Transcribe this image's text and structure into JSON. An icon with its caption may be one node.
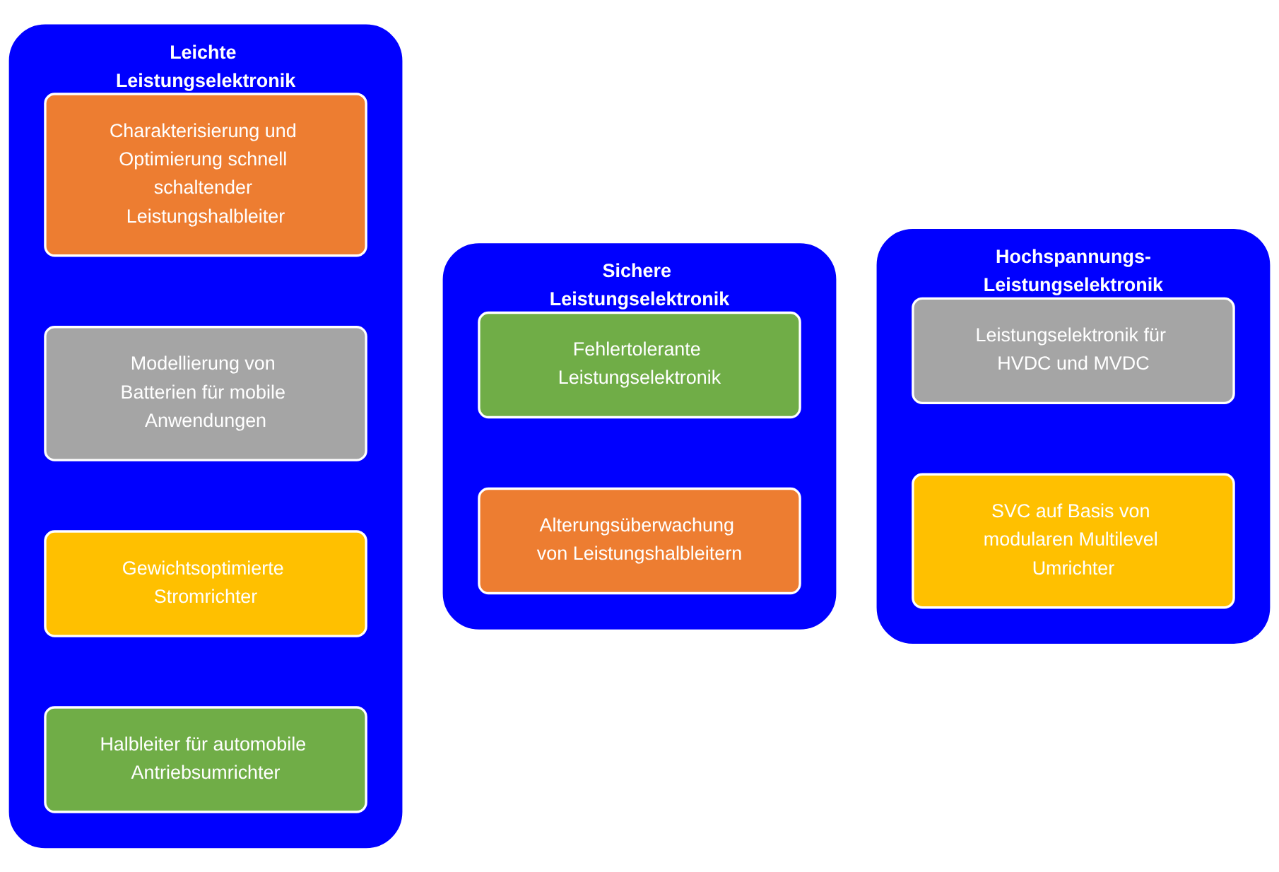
{
  "diagram": {
    "nodes": [
      {
        "text": [
          "Leichte Leistungselektronik"
        ]
      },
      {
        "text": [
          "Charakterisierung und Optimierung schnell schaltender Leistungshalbleiter"
        ],
        "in": 0
      },
      {
        "text": [
          "Modellierung von Batterien für mobile Anwendungen"
        ],
        "in": 0
      },
      {
        "text": [
          "Gewichtsoptimierte Stromrichter"
        ],
        "in": 0
      },
      {
        "text": [
          "Halbleiter für automobile Antriebsumrichter"
        ],
        "in": 0
      },
      {
        "text": [
          "Sichere Leistungselektronik"
        ]
      },
      {
        "text": [
          "Fehlertolerante Leistungselektronik"
        ],
        "in": 5
      },
      {
        "text": [
          "Alterungsüberwachung von Leistungshalbleitern"
        ],
        "in": 5
      },
      {
        "text": [
          "Hochspannungs-Leistungselektronik"
        ]
      },
      {
        "text": [
          "Leistungselektronik für HVDC und MVDC"
        ],
        "in": 8
      },
      {
        "text": [
          "SVC auf Basis von modularen Multilevel Umrichter"
        ],
        "in": 8
      }
    ]
  }
}
